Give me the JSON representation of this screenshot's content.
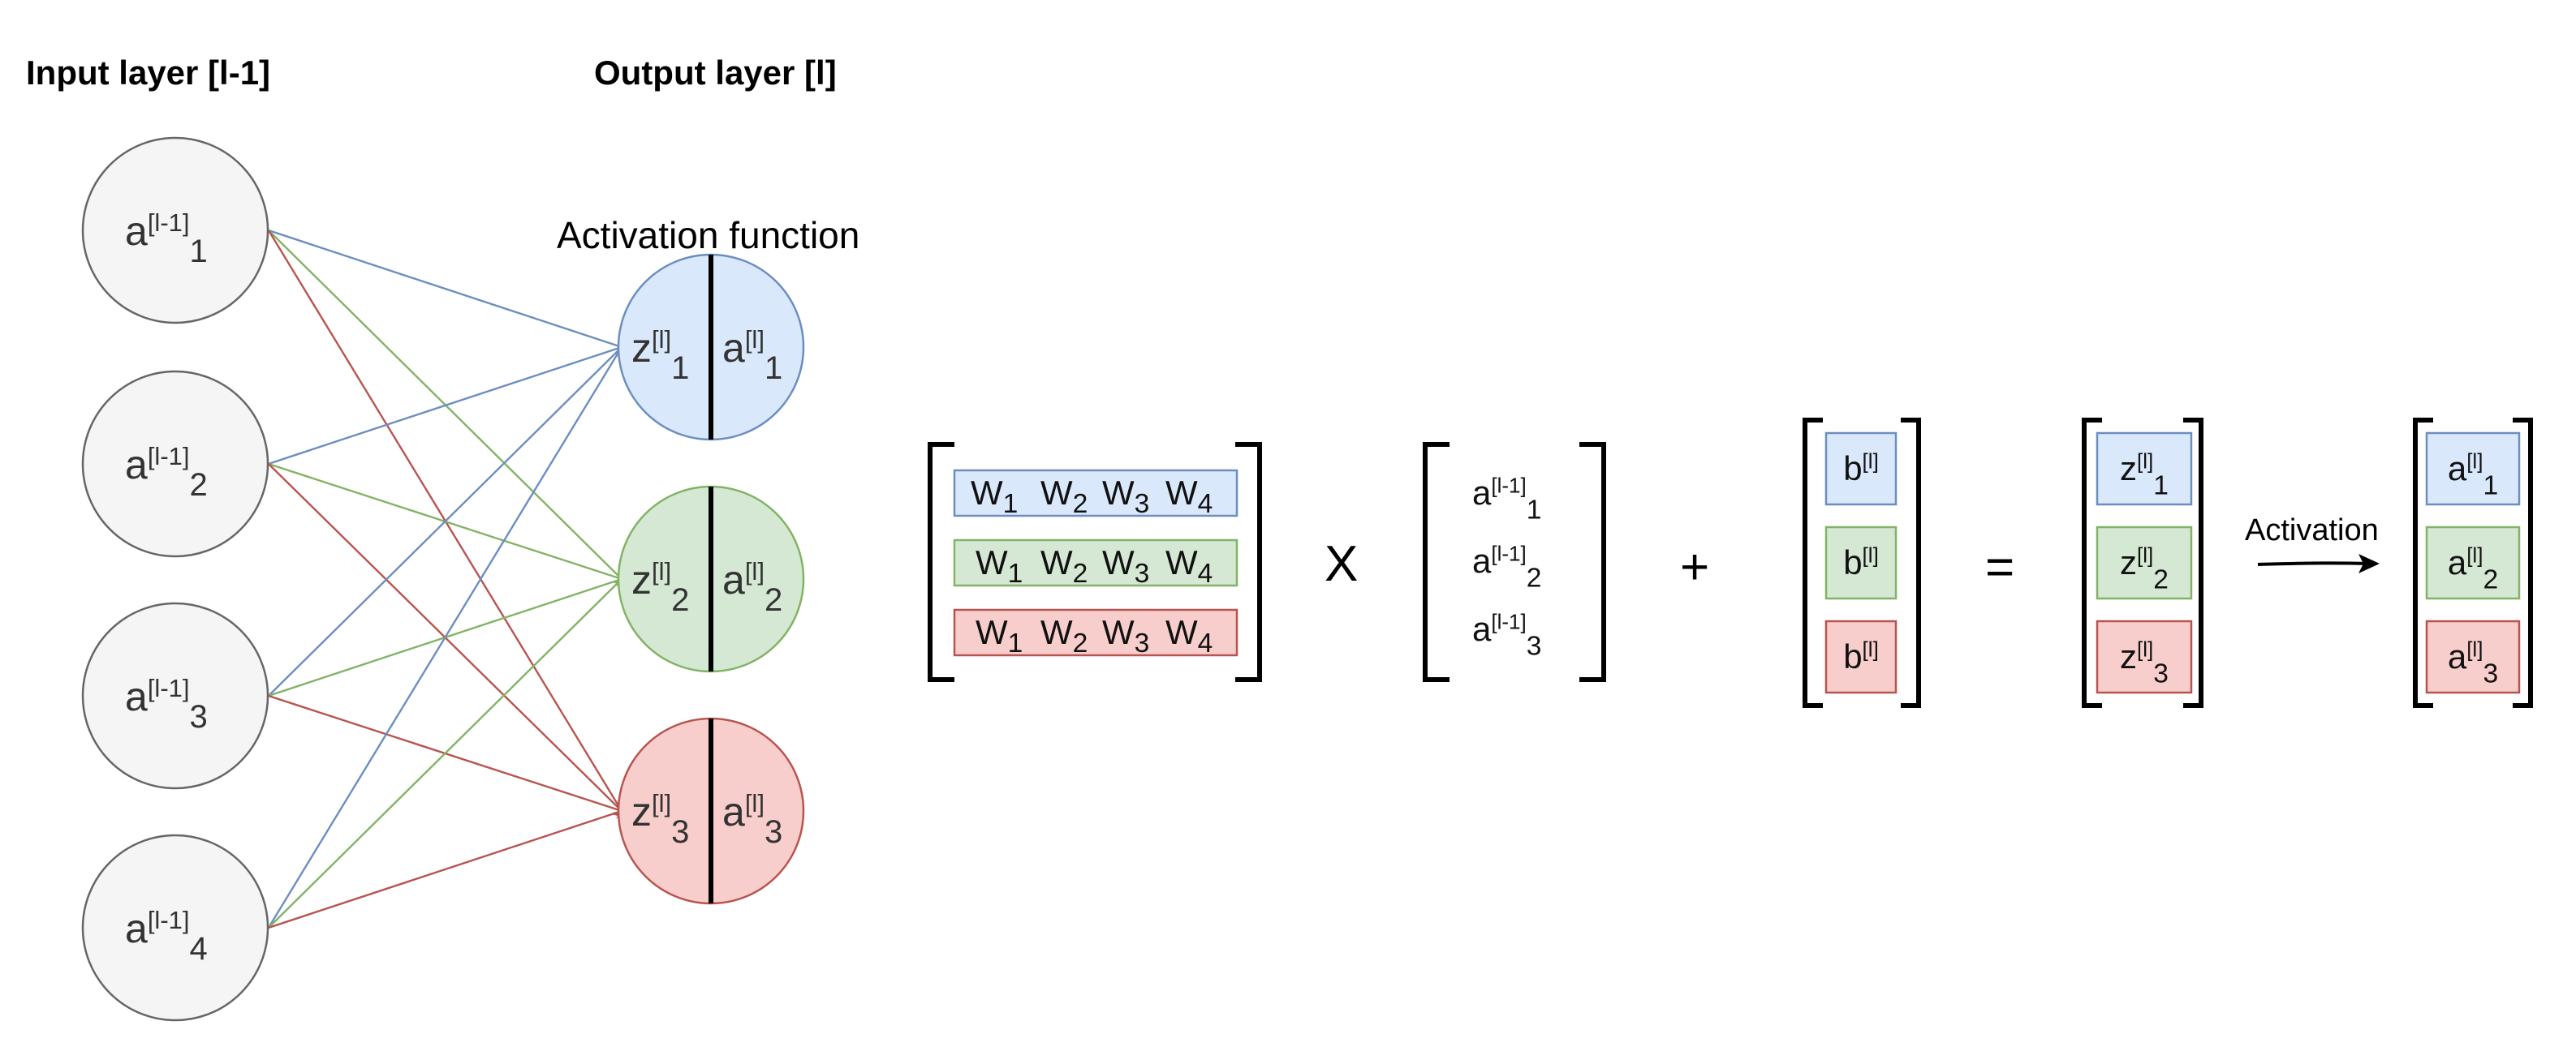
{
  "headers": {
    "input_layer": "Input layer [l-1]",
    "output_layer": "Output layer [l]",
    "activation_function": "Activation function"
  },
  "input_nodes": [
    {
      "base": "a",
      "sup": "[l-1]",
      "sub": "1"
    },
    {
      "base": "a",
      "sup": "[l-1]",
      "sub": "2"
    },
    {
      "base": "a",
      "sup": "[l-1]",
      "sub": "3"
    },
    {
      "base": "a",
      "sup": "[l-1]",
      "sub": "4"
    }
  ],
  "output_nodes": [
    {
      "z": {
        "base": "z",
        "sup": "[l]",
        "sub": "1"
      },
      "a": {
        "base": "a",
        "sup": "[l]",
        "sub": "1"
      },
      "fill": "#dae8fc",
      "stroke": "#6c8ebf"
    },
    {
      "z": {
        "base": "z",
        "sup": "[l]",
        "sub": "2"
      },
      "a": {
        "base": "a",
        "sup": "[l]",
        "sub": "2"
      },
      "fill": "#d5e8d4",
      "stroke": "#82b366"
    },
    {
      "z": {
        "base": "z",
        "sup": "[l]",
        "sub": "3"
      },
      "a": {
        "base": "a",
        "sup": "[l]",
        "sub": "3"
      },
      "fill": "#f8cecc",
      "stroke": "#b85450"
    }
  ],
  "edge_colors": [
    "#6c8ebf",
    "#82b366",
    "#b85450"
  ],
  "weight_rows": [
    {
      "terms": [
        {
          "base": "W",
          "sub": "1"
        },
        {
          "base": "W",
          "sub": "2"
        },
        {
          "base": "W",
          "sub": "3"
        },
        {
          "base": "W",
          "sub": "4"
        }
      ],
      "fill": "#dae8fc",
      "stroke": "#6c8ebf"
    },
    {
      "terms": [
        {
          "base": "W",
          "sub": "1"
        },
        {
          "base": "W",
          "sub": "2"
        },
        {
          "base": "W",
          "sub": "3"
        },
        {
          "base": "W",
          "sub": "4"
        }
      ],
      "fill": "#d5e8d4",
      "stroke": "#82b366"
    },
    {
      "terms": [
        {
          "base": "W",
          "sub": "1"
        },
        {
          "base": "W",
          "sub": "2"
        },
        {
          "base": "W",
          "sub": "3"
        },
        {
          "base": "W",
          "sub": "4"
        }
      ],
      "fill": "#f8cecc",
      "stroke": "#b85450"
    }
  ],
  "input_vector": [
    {
      "base": "a",
      "sup": "[l-1]",
      "sub": "1"
    },
    {
      "base": "a",
      "sup": "[l-1]",
      "sub": "2"
    },
    {
      "base": "a",
      "sup": "[l-1]",
      "sub": "3"
    }
  ],
  "bias_vector": [
    {
      "base": "b",
      "sup": "[l]",
      "sub": ""
    },
    {
      "base": "b",
      "sup": "[l]",
      "sub": ""
    },
    {
      "base": "b",
      "sup": "[l]",
      "sub": ""
    }
  ],
  "z_vector": [
    {
      "base": "z",
      "sup": "[l]",
      "sub": "1"
    },
    {
      "base": "z",
      "sup": "[l]",
      "sub": "2"
    },
    {
      "base": "z",
      "sup": "[l]",
      "sub": "3"
    }
  ],
  "a_vector": [
    {
      "base": "a",
      "sup": "[l]",
      "sub": "1"
    },
    {
      "base": "a",
      "sup": "[l]",
      "sub": "2"
    },
    {
      "base": "a",
      "sup": "[l]",
      "sub": "3"
    }
  ],
  "cell_colors": [
    {
      "fill": "#dae8fc",
      "stroke": "#6c8ebf"
    },
    {
      "fill": "#d5e8d4",
      "stroke": "#82b366"
    },
    {
      "fill": "#f8cecc",
      "stroke": "#b85450"
    }
  ],
  "operators": {
    "multiply": "X",
    "add": "+",
    "equals": "="
  },
  "activation_label": "Activation",
  "node_fill": "#f5f5f5",
  "node_stroke": "#666666"
}
